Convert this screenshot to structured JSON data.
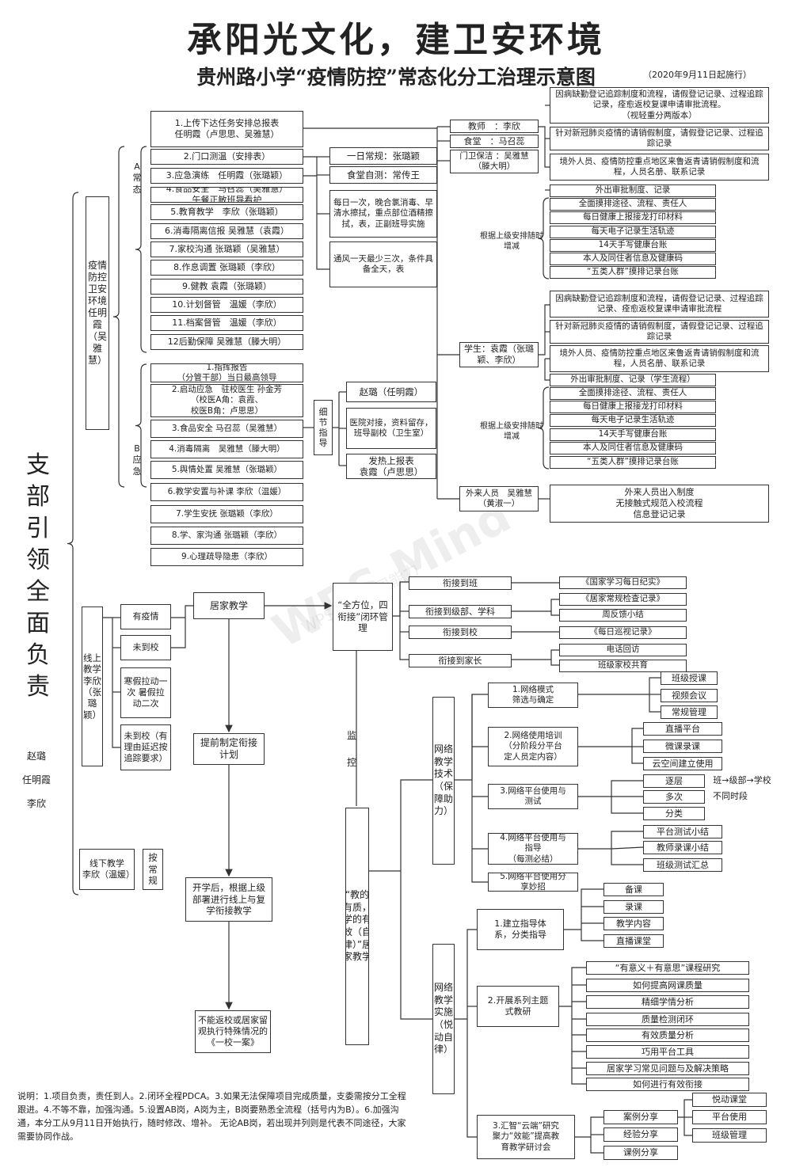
{
  "header": {
    "title": "承阳光文化，建卫安环境",
    "subtitle": "贵州路小学“疫情防控”常态化分工治理示意图",
    "date": "（2020年9月11日起施行）"
  },
  "left": {
    "big_text": "支部引领　全面负责",
    "names": "赵璐\n任明霞\n李欣",
    "epidemic_label": "疫情防控卫安环境　任明霞（吴雅慧）",
    "a_label": "A常态",
    "b_label": "B应急"
  },
  "a_items": [
    "1.上传下达任务安排总报表\n任明霞（卢思思、吴雅慧）",
    "2.门口测温（安排表）",
    "3.应急演练　任明霞（张璐颖）",
    "4.食品安全　马召蕊（吴雅慧）\n午餐正敏班导看护",
    "5.教育教学　李欣（张璐颖）",
    "6.消毒隔离信报 吴雅慧（袁霞）",
    "7.家校沟通 张璐颖（吴雅慧）",
    "8.作息调置 张璐颖（李欣）",
    "9.健教 袁霞（张璐颖）",
    "10.计划督管　温媛（李欣）",
    "11.档案督管　温媛（李欣）",
    "12后勤保障 吴雅慧（滕大明）"
  ],
  "b_items": [
    "1.指挥报告\n（分管干部）当日最高领导",
    "2.启动应急　驻校医生 孙金芳\n（校医A角：袁霞、\n校医B角：卢思思）",
    "3.食品安全 马召蕊（吴雅慧）",
    "4.消毒隔离　吴雅慧（滕大明）",
    "5.舆情处置 吴雅慧（张璐颖）",
    "6.教学安置与补课 李欣（温媛）",
    "7.学生安抚 张璐颖（李欣）",
    "8.学、家沟通 张璐颖（李欣）",
    "9.心理疏导隐患（李欣）"
  ],
  "mid_boxes": {
    "daily": "一日常规：张璐颖",
    "canteen": "食堂自测：常传王",
    "disinfect": "每日一次，晚合氯消毒、早清水擦拭，重点部位酒精擦拭，表，正副班导实施",
    "ventilate": "通风一天最少三次，条件具备全天，表"
  },
  "detail_guide": {
    "label": "细节指导",
    "items": [
      "赵璐（任明霞）",
      "医院对接，资料留存，班导副校（卫生室）",
      "发热上报表\n袁霞（卢思思）"
    ]
  },
  "roles": {
    "teacher": "教师　：李欣",
    "canteen": "食堂　：马召蕊",
    "gate": "门卫保洁 ：吴雅慧\n（滕大明）",
    "student": "学生：袁霞（张璐颖、李欣）",
    "visitor": "外来人员　吴雅慧\n（黄淑一）"
  },
  "right_top": [
    "因病缺勤登记追踪制度和流程，请假登记记录、过程追踪记录，痊愈返校复课申请审批流程。\n（视轻重分两版本）",
    "针对新冠肺炎疫情的请销假制度，请假登记记录、过程追踪记录",
    "境外人员、疫情防控重点地区来鲁返青请销假制度和流程，人员名册、联系记录"
  ],
  "right_top_list_label": "根据上级安排随时增减",
  "right_top_list": [
    "外出审批制度、记录",
    "全面摸排途径、流程、责任人",
    "每日健康上报接龙打印材料",
    "每天电子记录生活轨迹",
    "14天手写健康台账",
    "本人及同住者信息及健康码",
    "“五类人群”摸排记录台账"
  ],
  "right_mid": [
    "因病缺勤登记追踪制度和流程，请假登记记录、过程追踪记录、痊愈返校复课申请审批流程",
    "针对新冠肺炎疫情的请销假制度，请假登记记录、过程追踪记录",
    "境外人员、疫情防控重点地区来鲁返青请销假制度和流程，人员名册、联系记录"
  ],
  "right_mid_list_label": "根据上级安排随时增减",
  "right_mid_list": [
    "外出审批制度、记录（学生流程）",
    "全面摸排途径、流程、责任人",
    "每日健康上报接龙打印材料",
    "每天电子记录生活轨迹",
    "14天手写健康台账",
    "本人及同住者信息及健康码",
    "“五类人群”摸排记录台账"
  ],
  "visitor_detail": "外来人员出入制度\n无接触式规范入校流程\n信息登记记录",
  "teaching": {
    "online_label": "线上教学　李欣（张璐颖）",
    "offline_label": "线下教学\n李欣（温媛）",
    "as_usual": "按常规",
    "states": [
      "有疫情",
      "未到校",
      "寒假拉动一次 暑假拉动二次",
      "未到校（有理由延迟按追踪要求）"
    ],
    "home": "居家教学",
    "plan": "提前制定衔接计划",
    "after": "开学后，根据上级部署进行线上与复学衔接教学",
    "special": "不能返校或居家留观执行特殊情况的《一校一案》",
    "monitor": "监　　控",
    "quality": "“教的有质，学的有效（自律）”居家教学",
    "closed_loop": "“全方位，四衔接”闭环管理",
    "connect": [
      "衔接到班",
      "衔接到级部、学科",
      "衔接到校",
      "衔接到家长"
    ],
    "connect_detail": [
      "《国家学习每日纪实》",
      "《居家常规检查记录》",
      "周反馈小结",
      "《每日巡视记录》",
      "电话回访",
      "班级家校共育"
    ]
  },
  "tech": {
    "label": "网络教学技术（保障助力）",
    "steps": [
      "1.网络模式\n筛选与确定",
      "2.网络使用培训\n（分阶段分平台\n定人员定内容）",
      "3.网络平台使用与\n测试",
      "4.网络平台使用与\n指导\n（每测必结）",
      "5.网络平台使用分\n享妙招"
    ],
    "s1": [
      "班级授课",
      "视频会议",
      "常规管理"
    ],
    "s2": [
      "直播平台",
      "微课录课",
      "云空间建立使用"
    ],
    "s3": [
      "逐层",
      "多次",
      "分类"
    ],
    "s3_note": [
      "班→级部→学校",
      "不同时段"
    ],
    "s4": [
      "平台测试小结",
      "教师录课小结",
      "班级测试汇总"
    ]
  },
  "impl": {
    "label": "网络教学实施（悦动自律）",
    "steps": [
      "1.建立指导体\n系，分类指导",
      "2.开展系列主题\n式教研",
      "3.汇智“云端”研究\n聚力“效能”提高教\n育教学研讨会"
    ],
    "s1": [
      "备课",
      "录课",
      "教学内容",
      "直播课堂"
    ],
    "s2": [
      "“有意义＋有意思”课程研究",
      "如何提高网课质量",
      "精细学情分析",
      "质量检测闭环",
      "有效质量分析",
      "巧用平台工具",
      "居家学习常见问题与及解决策略",
      "如何进行有效衔接"
    ],
    "s3": [
      "案例分享",
      "经验分享",
      "课例分享"
    ],
    "s3b": [
      "悦动课堂",
      "平台使用",
      "班级管理"
    ]
  },
  "notes": "说明：1.项目负责，责任到人。2.闭环全程PDCA。3.如果无法保障项目完成质量，支委需按分工全程跟进。4.不等不靠，加强沟通。5.设置AB岗，A岗为主，B岗要熟悉全流程（括号内为B）。6.加强沟通，本分工从9月11日开始执行，随时修改、增补。\n无论AB岗，若出现并列则是代表不同途径，大家需要协同作战。",
  "watermark": "WPS Mind",
  "watermark2": "WPS脑图作图能力"
}
